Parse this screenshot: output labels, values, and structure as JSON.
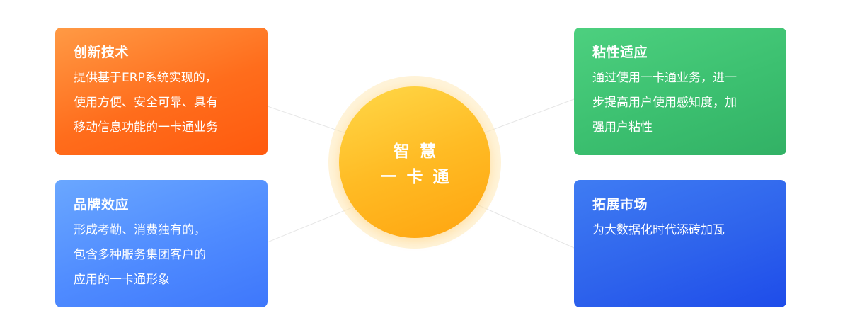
{
  "center": {
    "lines": [
      "智慧",
      "一卡通"
    ]
  },
  "cards": [
    {
      "id": "innovation",
      "title": "创新技术",
      "lines": [
        "提供基于ERP系统实现的，",
        "使用方便、安全可靠、具有",
        "移动信息功能的一卡通业务"
      ],
      "colors": [
        "#ff9a45",
        "#ff5a0e"
      ]
    },
    {
      "id": "brand",
      "title": "品牌效应",
      "lines": [
        "形成考勤、消费独有的，",
        "包含多种服务集团客户的",
        "应用的一卡通形象"
      ],
      "colors": [
        "#6aa7ff",
        "#3e77fb"
      ]
    },
    {
      "id": "stickiness",
      "title": "粘性适应",
      "lines": [
        "通过使用一卡通业务，进一",
        "步提高用户使用感知度，加",
        "强用户粘性"
      ],
      "colors": [
        "#4dd07f",
        "#32b165"
      ]
    },
    {
      "id": "market",
      "title": "拓展市场",
      "lines": [
        "为大数据化时代添砖加瓦"
      ],
      "colors": [
        "#3f7cf3",
        "#1e4cea"
      ]
    }
  ],
  "hub_colors": [
    "#ffd848",
    "#ffa40f"
  ],
  "connector_color": "#e6e6e6"
}
